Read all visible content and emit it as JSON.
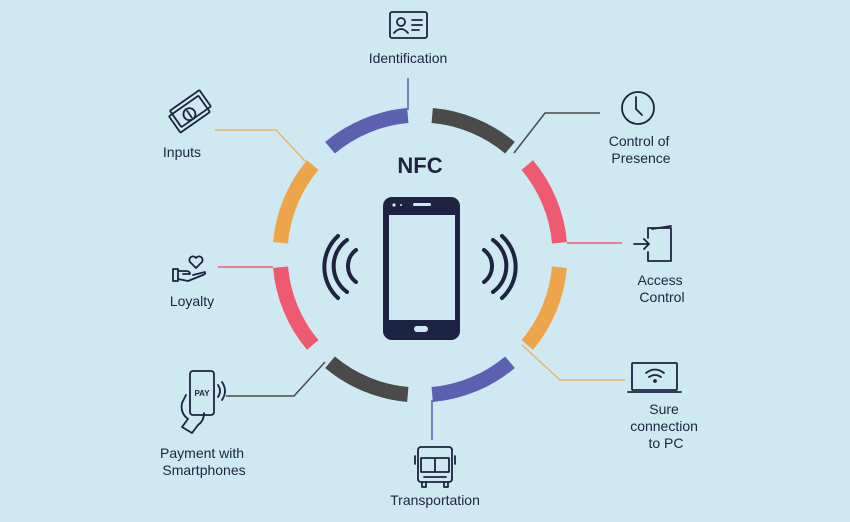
{
  "title": "NFC",
  "colors": {
    "background": "#cfe9f3",
    "navy": "#1d2340",
    "purple": "#5c60b0",
    "gray": "#4a4a4a",
    "red": "#ee5a6f",
    "orange": "#eea54a"
  },
  "features": {
    "identification": {
      "label": "Identification",
      "icon": "id-card-icon"
    },
    "control_of_presence": {
      "lines": [
        "Control of",
        "Presence"
      ],
      "icon": "clock-icon"
    },
    "inputs": {
      "label": "Inputs",
      "icon": "money-icon"
    },
    "access_control": {
      "lines": [
        "Access",
        "Control"
      ],
      "icon": "door-enter-icon"
    },
    "loyalty": {
      "label": "Loyalty",
      "icon": "heart-hand-icon"
    },
    "payment": {
      "lines": [
        "Payment with",
        "Smartphones"
      ],
      "icon": "phone-pay-icon",
      "icon_text": "PAY"
    },
    "transportation": {
      "label": "Transportation",
      "icon": "bus-icon"
    },
    "sure_connection": {
      "lines": [
        "Sure",
        "connection",
        "to PC"
      ],
      "icon": "laptop-wifi-icon"
    }
  }
}
